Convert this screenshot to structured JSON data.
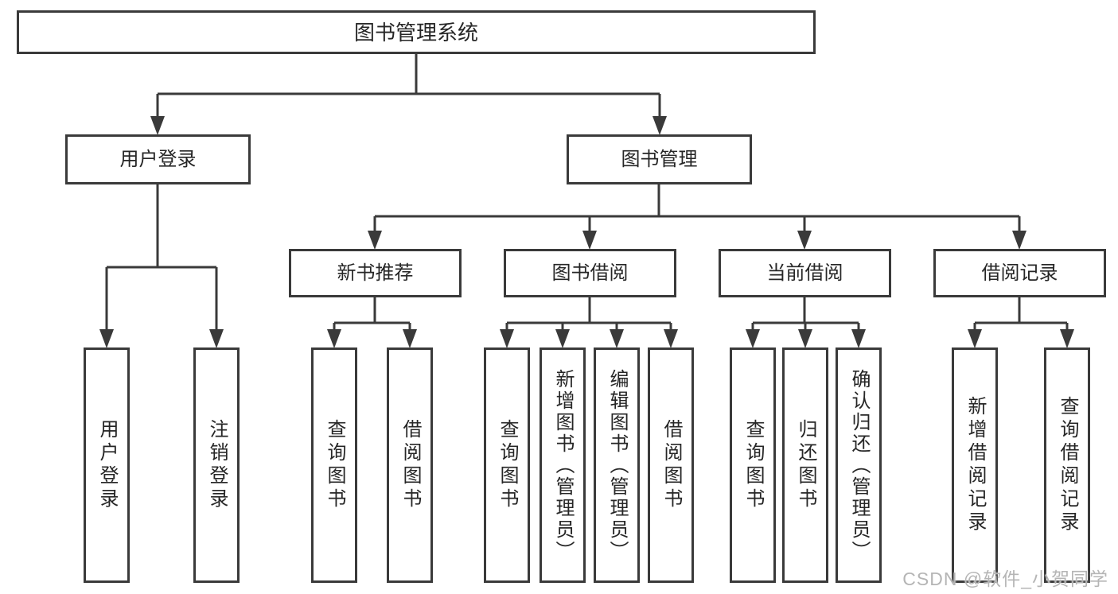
{
  "colors": {
    "line": "#3a3a3a",
    "text": "#262626",
    "background": "#ffffff",
    "watermark": "#b5b5b5"
  },
  "diagram": {
    "title": "图书管理系统",
    "level2": {
      "user_login": "用户登录",
      "book_management": "图书管理"
    },
    "level3": {
      "new_book_recommend": "新书推荐",
      "book_borrowing": "图书借阅",
      "current_borrowing": "当前借阅",
      "borrowing_records": "借阅记录"
    },
    "level4": {
      "user_login": "用户登录",
      "logout": "注销登录",
      "query_books_recommend": "查询图书",
      "borrow_books_recommend": "借阅图书",
      "query_books_borrowing": "查询图书",
      "add_books_admin": "新增图书（管理员）",
      "edit_books_admin": "编辑图书（管理员）",
      "borrow_books_borrowing": "借阅图书",
      "query_books_current": "查询图书",
      "return_books": "归还图书",
      "confirm_return_admin": "确认归还（管理员）",
      "add_borrow_record": "新增借阅记录",
      "query_borrow_record": "查询借阅记录"
    }
  },
  "watermark": "CSDN @软件_小贺同学"
}
